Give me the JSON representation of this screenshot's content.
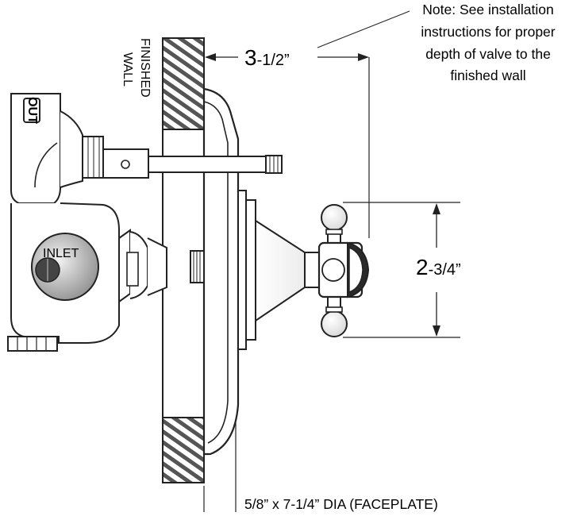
{
  "note": {
    "line1": "Note: See installation",
    "line2": "instructions for proper",
    "line3": "depth of valve to the",
    "line4": "finished wall"
  },
  "wall_label": {
    "line1": "FINISHED",
    "line2": "WALL"
  },
  "port_labels": {
    "out": "OUT",
    "inlet": "INLET"
  },
  "dimensions": {
    "depth": {
      "whole": "3",
      "fraction": "-1/2”"
    },
    "handle": {
      "whole": "2",
      "fraction": "-3/4”"
    },
    "faceplate": "5/8” x 7-1/4” DIA (FACEPLATE)"
  }
}
